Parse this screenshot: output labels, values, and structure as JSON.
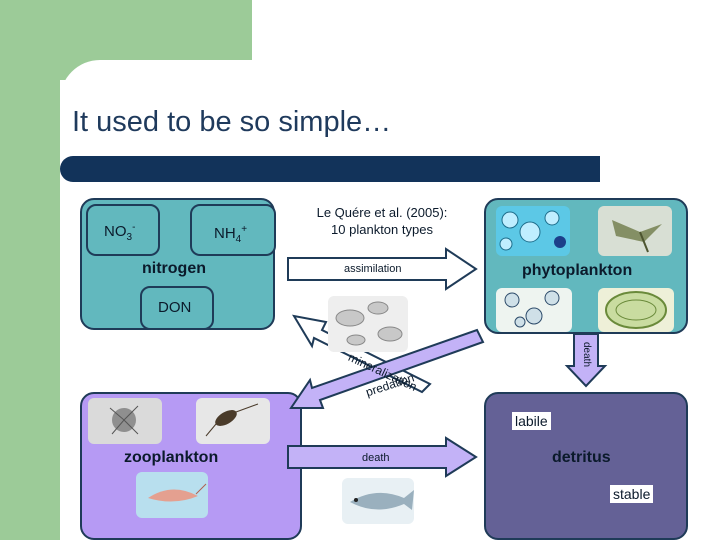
{
  "title": "It used to be so simple…",
  "reference": {
    "line1": "Le Quére et al. (2005):",
    "line2": "10 plankton types"
  },
  "nitrogen_box": {
    "label": "nitrogen",
    "no3": {
      "base": "NO",
      "subscript": "3",
      "superscript": "-"
    },
    "nh4": {
      "base": "NH",
      "subscript": "4",
      "superscript": "+"
    },
    "don": "DON"
  },
  "phytoplankton_box": {
    "label": "phytoplankton"
  },
  "zooplankton_box": {
    "label": "zooplankton"
  },
  "detritus_box": {
    "label": "detritus",
    "labile": "labile",
    "stable": "stable"
  },
  "arrows": {
    "assimilation": "assimilation",
    "mineralization": "mineralization",
    "predation": "predation",
    "death_bottom": "death",
    "death_right": "death"
  },
  "colors": {
    "green_frame": "#9ccb98",
    "title_text": "#1f3a5c",
    "title_bar": "#12335a",
    "box_teal": "#62b8be",
    "box_lavender": "#b69af4",
    "box_slate": "#646196",
    "arrow_lavender": "#c3b2f7"
  },
  "icons": [
    "diatom-photo-icon",
    "dinoflagellate-photo-icon",
    "coccolithophore-photo-icon",
    "green-algae-photo-icon",
    "bacteria-photo-icon",
    "ciliate-photo-icon",
    "copepod-photo-icon",
    "krill-photo-icon",
    "fish-photo-icon"
  ]
}
